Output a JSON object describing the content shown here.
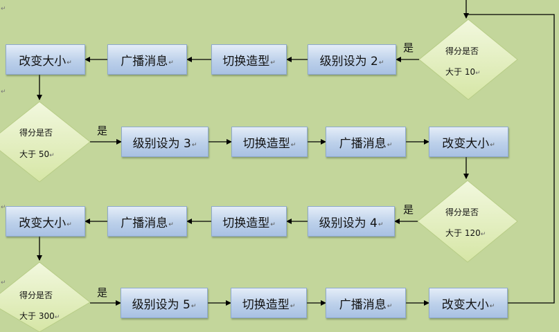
{
  "rows": [
    {
      "boxes": [
        "改变大小",
        "广播消息",
        "切换造型",
        "级别设为 2"
      ],
      "decision": {
        "line1": "得分是否",
        "line2": "大于 10"
      },
      "yes": "是"
    },
    {
      "decision": {
        "line1": "得分是否",
        "line2": "大于 50"
      },
      "yes": "是",
      "boxes": [
        "级别设为 3",
        "切换造型",
        "广播消息",
        "改变大小"
      ]
    },
    {
      "boxes": [
        "改变大小",
        "广播消息",
        "切换造型",
        "级别设为 4"
      ],
      "decision": {
        "line1": "得分是否",
        "line2": "大于 120"
      },
      "yes": "是"
    },
    {
      "decision": {
        "line1": "得分是否",
        "line2": "大于 300"
      },
      "yes": "是",
      "boxes": [
        "级别设为 5",
        "切换造型",
        "广播消息",
        "改变大小"
      ]
    }
  ],
  "marks": {
    "return": "↵",
    "para": "↵"
  },
  "colors": {
    "background": "#c3d69b",
    "box": "#bcd0ea",
    "diamond": "#e7f1c8",
    "line": "#000000"
  }
}
